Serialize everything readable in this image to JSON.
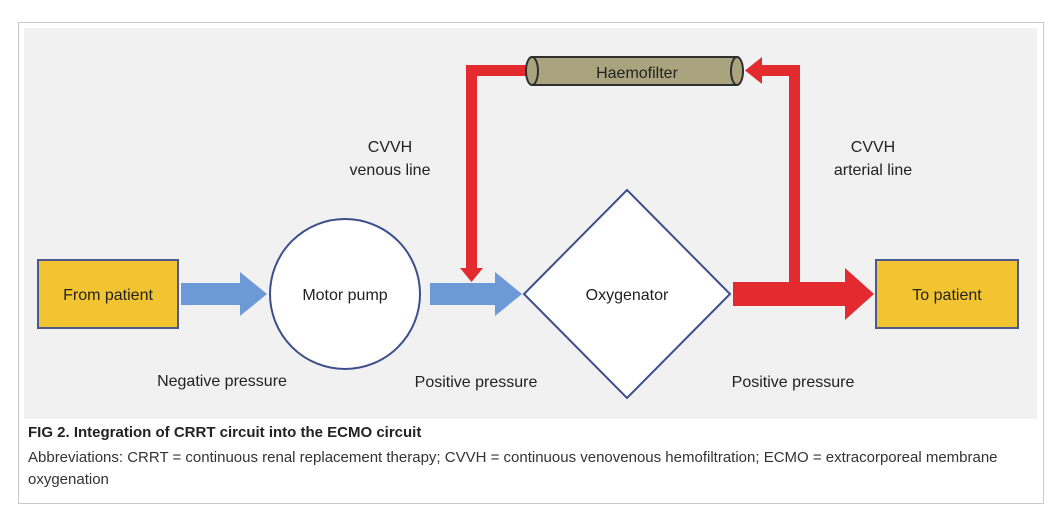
{
  "diagram": {
    "nodes": {
      "from_patient": "From patient",
      "motor_pump": "Motor pump",
      "oxygenator": "Oxygenator",
      "to_patient": "To patient",
      "haemofilter": "Haemofilter"
    },
    "labels": {
      "venous_title": "CVVH",
      "venous_sub": "venous line",
      "arterial_title": "CVVH",
      "arterial_sub": "arterial line",
      "negative_pressure": "Negative pressure",
      "positive_pressure_1": "Positive pressure",
      "positive_pressure_2": "Positive pressure"
    },
    "colors": {
      "patient_box_fill": "#f3c431",
      "patient_box_stroke": "#4a5a8c",
      "blue_arrow": "#6d9ad6",
      "red_arrow": "#e32a2f",
      "filter_fill": "#a9a47e",
      "node_stroke": "#3d4f8a",
      "panel_bg": "#f1f1f1"
    }
  },
  "caption": {
    "title": "FIG 2.  Integration of CRRT circuit into the ECMO circuit",
    "text": "Abbreviations: CRRT = continuous renal replacement therapy; CVVH = continuous venovenous hemofiltration; ECMO = extracorporeal membrane oxygenation"
  }
}
